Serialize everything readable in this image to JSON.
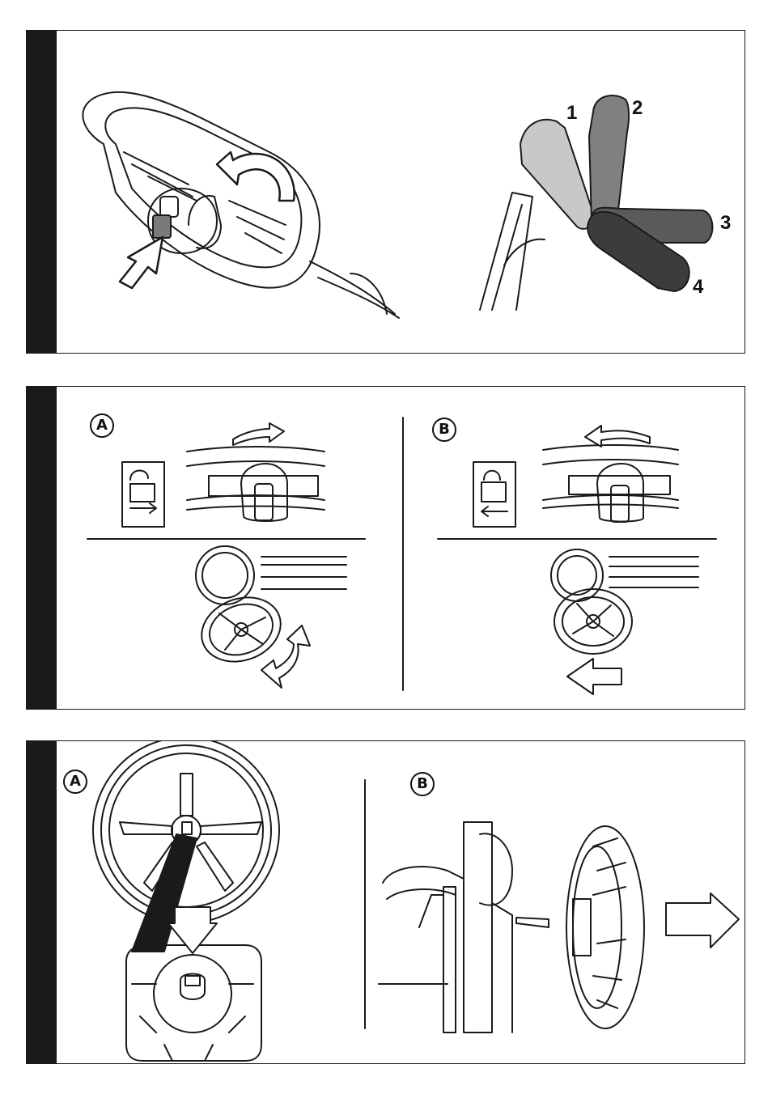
{
  "panel1": {
    "positions": [
      {
        "label": "1",
        "color": "#c8c8c8"
      },
      {
        "label": "2",
        "color": "#808080"
      },
      {
        "label": "3",
        "color": "#5a5a5a"
      },
      {
        "label": "4",
        "color": "#3c3c3c"
      }
    ]
  },
  "panel2": {
    "left_marker": "A",
    "right_marker": "B",
    "left_icon": "lock-open-arrow-right-icon",
    "right_icon": "lock-closed-arrow-left-icon"
  },
  "panel3": {
    "left_marker": "A",
    "right_marker": "B"
  },
  "colors": {
    "sidebar": "#1a1a1a",
    "line": "#1a1a1a",
    "handle_highlight": "#7a7a7a"
  }
}
